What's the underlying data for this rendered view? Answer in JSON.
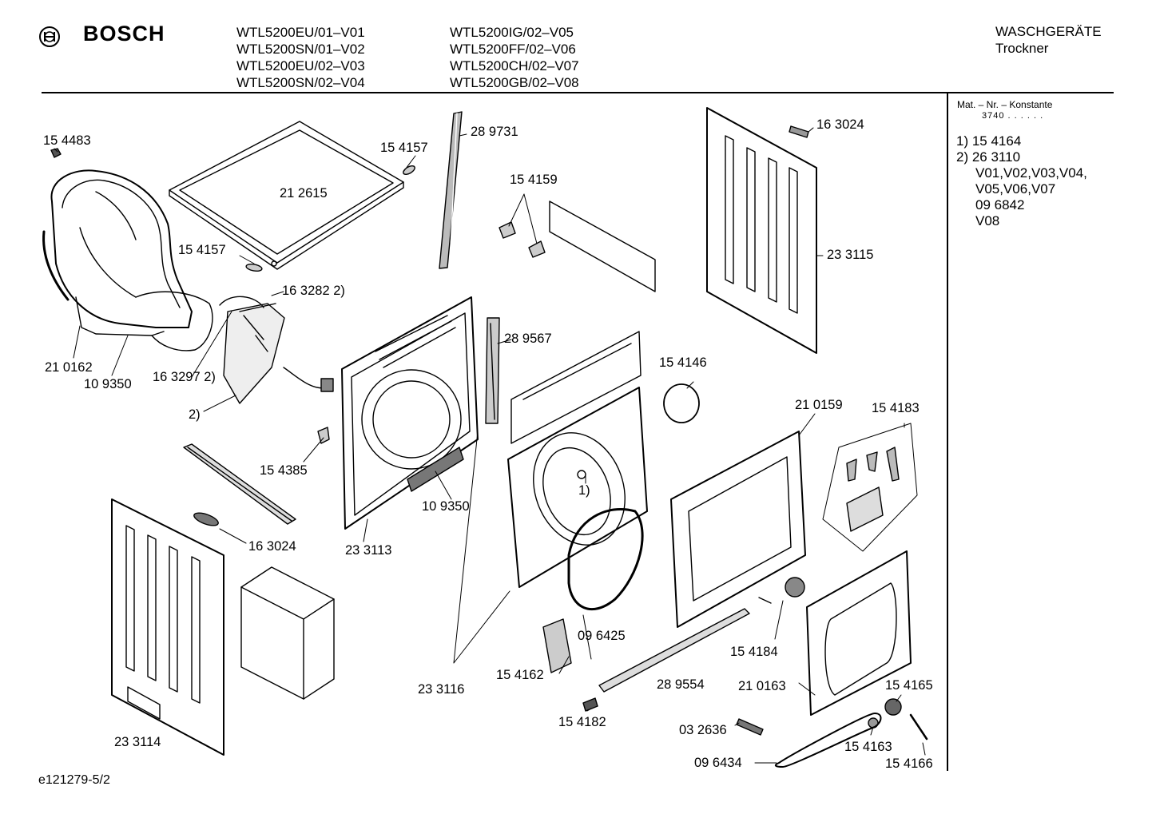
{
  "header": {
    "brand": "BOSCH",
    "models_col1": [
      "WTL5200EU/01–V01",
      "WTL5200SN/01–V02",
      "WTL5200EU/02–V03",
      "WTL5200SN/02–V04"
    ],
    "models_col2": [
      "WTL5200IG/02–V05",
      "WTL5200FF/02–V06",
      "WTL5200CH/02–V07",
      "WTL5200GB/02–V08"
    ],
    "category": "WASCHGERÄTE",
    "subcategory": "Trockner"
  },
  "sidebar": {
    "title": "Mat. – Nr. – Konstante",
    "constant": "3740 . . . . . .",
    "notes": [
      "1) 15 4164",
      "2) 26 3110",
      "V01,V02,V03,V04,",
      "V05,V06,V07",
      "09 6842",
      "V08"
    ]
  },
  "parts": {
    "p154483": "15 4483",
    "p212615": "21 2615",
    "p154157a": "15 4157",
    "p289731": "28 9731",
    "p154157b": "15 4157",
    "p163282": "16 3282 2)",
    "p210162": "21 0162",
    "p109350a": "10 9350",
    "p163297": "16 3297 2)",
    "p2": "2)",
    "p154385": "15 4385",
    "p163024a": "16 3024",
    "p233114": "23 3114",
    "p233113": "23 3113",
    "p109350b": "10 9350",
    "p289567": "28 9567",
    "p154159": "15 4159",
    "p163024b": "16 3024",
    "p233115": "23 3115",
    "p154146": "15 4146",
    "p210159": "21 0159",
    "p154183": "15 4183",
    "p1": "1)",
    "p096425": "09 6425",
    "p154162": "15 4162",
    "p233116": "23 3116",
    "p154182": "15 4182",
    "p289554": "28 9554",
    "p154184": "15 4184",
    "p210163": "21 0163",
    "p154165": "15 4165",
    "p032636": "03 2636",
    "p154163": "15 4163",
    "p096434": "09 6434",
    "p154166": "15 4166"
  },
  "footer": {
    "drawing_id": "e121279-5/2"
  }
}
